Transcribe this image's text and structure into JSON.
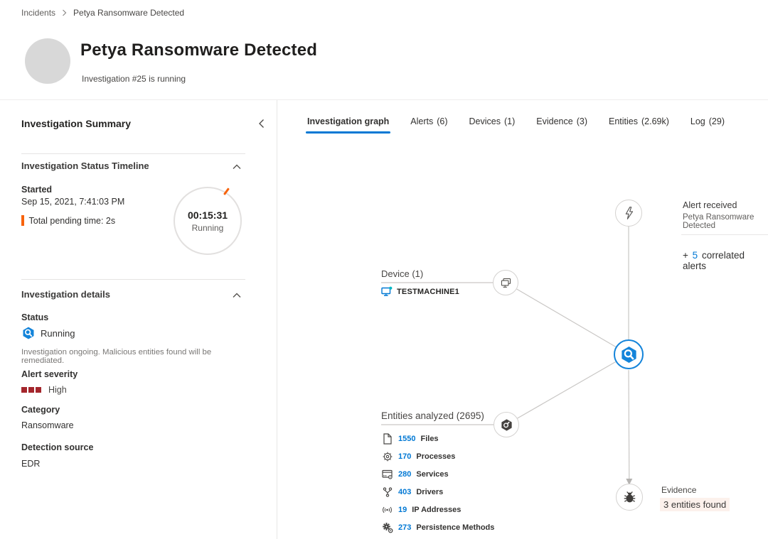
{
  "breadcrumb": {
    "items": [
      "Incidents",
      "Petya Ransomware Detected"
    ]
  },
  "header": {
    "title": "Petya Ransomware Detected",
    "subtitle": "Investigation #25 is running"
  },
  "sidebar": {
    "title": "Investigation Summary",
    "timeline": {
      "heading": "Investigation Status Timeline",
      "started_label": "Started",
      "started_value": "Sep 15, 2021, 7:41:03 PM",
      "pending_label": "Total pending time: 2s",
      "timer_value": "00:15:31",
      "timer_status": "Running"
    },
    "details": {
      "heading": "Investigation details",
      "status_label": "Status",
      "status_value": "Running",
      "status_description": "Investigation ongoing. Malicious entities found will be remediated.",
      "severity_label": "Alert severity",
      "severity_value": "High",
      "category_label": "Category",
      "category_value": "Ransomware",
      "source_label": "Detection source",
      "source_value": "EDR"
    }
  },
  "tabs": [
    {
      "name": "Investigation graph",
      "active": true
    },
    {
      "name": "Alerts",
      "count": "(6)"
    },
    {
      "name": "Devices",
      "count": "(1)"
    },
    {
      "name": "Evidence",
      "count": "(3)"
    },
    {
      "name": "Entities",
      "count": "(2.69k)"
    },
    {
      "name": "Log",
      "count": "(29)"
    }
  ],
  "graph": {
    "alert": {
      "title": "Alert received",
      "subtitle": "Petya Ransomware Detected",
      "correlated_prefix": "+",
      "correlated_count": "5",
      "correlated_suffix": "correlated alerts"
    },
    "device": {
      "title": "Device (1)",
      "name": "TESTMACHINE1"
    },
    "entities": {
      "title": "Entities analyzed (2695)",
      "items": [
        {
          "icon": "file-icon",
          "count": "1550",
          "label": "Files"
        },
        {
          "icon": "gear-icon",
          "count": "170",
          "label": "Processes"
        },
        {
          "icon": "services-window-icon",
          "count": "280",
          "label": "Services"
        },
        {
          "icon": "drivers-branch-icon",
          "count": "403",
          "label": "Drivers"
        },
        {
          "icon": "ip-broadcast-icon",
          "count": "19",
          "label": "IP Addresses"
        },
        {
          "icon": "persistence-gears-icon",
          "count": "273",
          "label": "Persistence Methods"
        }
      ]
    },
    "evidence": {
      "title": "Evidence",
      "subtitle": "3 entities found"
    }
  },
  "colors": {
    "accent": "#0078d4",
    "severity_high": "#a4262c",
    "pending_orange": "#f7630c",
    "evidence_highlight": "#fcf1ec",
    "node_blue": "#1484da"
  }
}
